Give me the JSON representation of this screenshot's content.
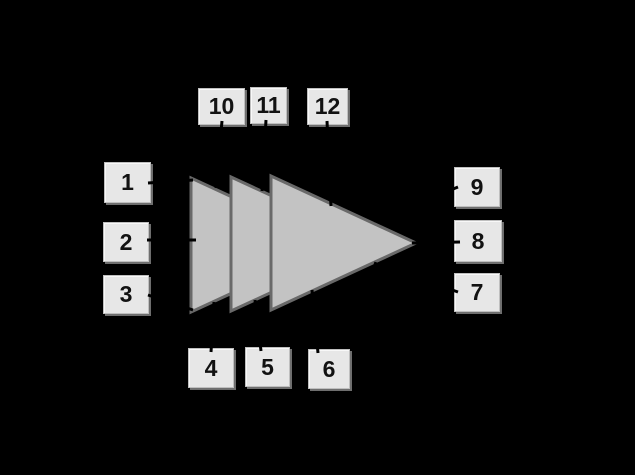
{
  "colors": {
    "background": "#000000",
    "triangle_fill": "#c3c3c3",
    "triangle_stroke": "#696969",
    "label_fill": "#e7e7e7",
    "label_text": "#121212",
    "leader_line": "#000000"
  },
  "figure": {
    "type": "diagram",
    "shape": "three overlapping right-pointing triangles",
    "triangle_count": 3,
    "label_count": 12
  },
  "labels": [
    {
      "text": "1"
    },
    {
      "text": "2"
    },
    {
      "text": "3"
    },
    {
      "text": "4"
    },
    {
      "text": "5"
    },
    {
      "text": "6"
    },
    {
      "text": "7"
    },
    {
      "text": "8"
    },
    {
      "text": "9"
    },
    {
      "text": "10"
    },
    {
      "text": "11"
    },
    {
      "text": "12"
    }
  ]
}
